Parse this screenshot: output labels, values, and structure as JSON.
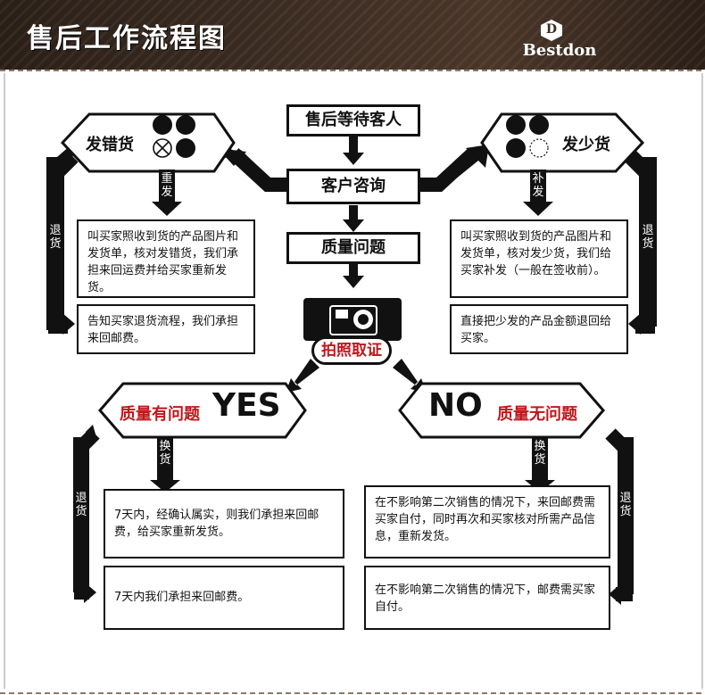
{
  "header": {
    "title": "售后工作流程图",
    "brand": "Bestdon",
    "brand_mark": "D"
  },
  "flow": {
    "start": "售后等待客人",
    "consult": "客户咨询",
    "quality": "质量问题",
    "photo": "拍照取证",
    "wrong": "发错货",
    "missing": "发少货",
    "yes_word": "YES",
    "no_word": "NO",
    "has_issue": "质量有问题",
    "no_issue": "质量无问题"
  },
  "tags": {
    "resend": "重发",
    "supplement": "补发",
    "exchange_left": "换货",
    "exchange_right": "换货",
    "return_1": "退货",
    "return_2": "退货",
    "return_3": "退货",
    "return_4": "退货"
  },
  "boxes": {
    "wrong_exchange": "叫买家照收到货的产品图片和发货单，核对发错货，我们承担来回运费并给买家重新发货。",
    "wrong_return": "告知买家退货流程，我们承担来回邮费。",
    "missing_exchange": "叫买家照收到货的产品图片和发货单，核对发少货，我们给买家补发（一般在签收前）。",
    "missing_return": "直接把少发的产品金额退回给买家。",
    "yes_exchange": "7天内，经确认属实，则我们承担来回邮费，给买家重新发货。",
    "yes_return": "7天内我们承担来回邮费。",
    "no_exchange": "在不影响第二次销售的情况下，来回邮费需买家自付，同时再次和买家核对所需产品信息，重新发货。",
    "no_return": "在不影响第二次销售的情况下，邮费需买家自付。"
  },
  "colors": {
    "accent_red": "#c0161a",
    "ink": "#111111",
    "header_bg": "#3b2c22"
  }
}
